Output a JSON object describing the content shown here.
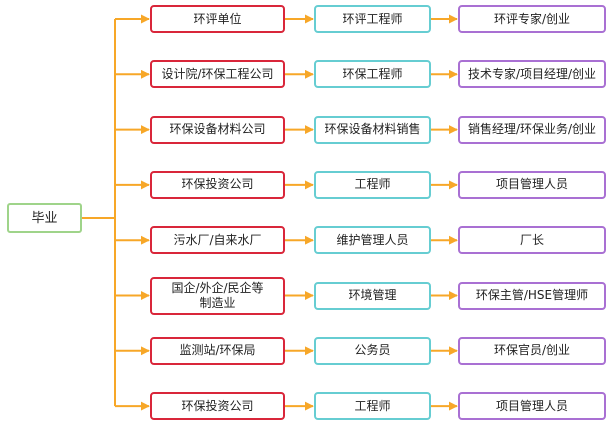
{
  "colors": {
    "connector": "#f7a728",
    "root_border": "#9fd48a",
    "org_border": "#d9263a",
    "position_border": "#66cdd2",
    "career_border": "#a970d3"
  },
  "root": {
    "label": "毕业"
  },
  "rows": [
    {
      "org": "环评单位",
      "position": "环评工程师",
      "career": "环评专家/创业"
    },
    {
      "org": "设计院/环保工程公司",
      "position": "环保工程师",
      "career": "技术专家/项目经理/创业"
    },
    {
      "org": "环保设备材料公司",
      "position": "环保设备材料销售",
      "career": "销售经理/环保业务/创业"
    },
    {
      "org": "环保投资公司",
      "position": "工程师",
      "career": "项目管理人员"
    },
    {
      "org": "污水厂/自来水厂",
      "position": "维护管理人员",
      "career": "厂长"
    },
    {
      "org": "国企/外企/民企等\n制造业",
      "position": "环境管理",
      "career": "环保主管/HSE管理师"
    },
    {
      "org": "监测站/环保局",
      "position": "公务员",
      "career": "环保官员/创业"
    },
    {
      "org": "环保投资公司",
      "position": "工程师",
      "career": "项目管理人员"
    }
  ]
}
